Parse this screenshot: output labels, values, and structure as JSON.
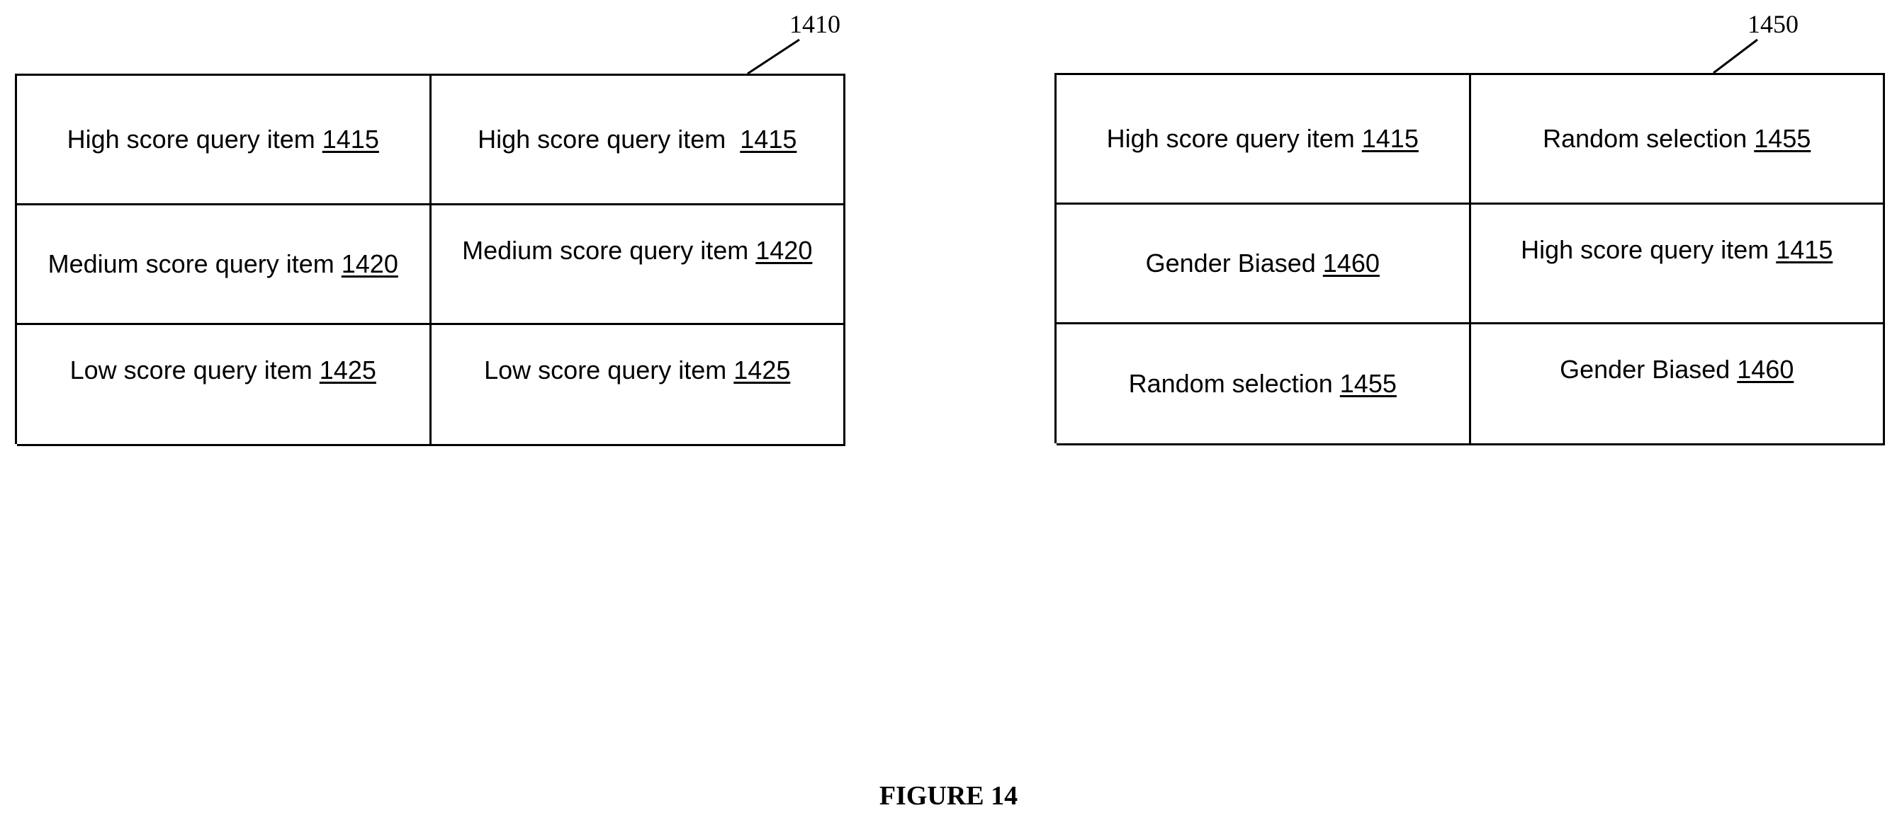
{
  "figure": {
    "caption": "FIGURE 14"
  },
  "left_table": {
    "ref": "1410",
    "cells": [
      {
        "text": "High score query item ",
        "num": "1415"
      },
      {
        "text": "High score query item  ",
        "num": "1415"
      },
      {
        "text": "Medium score query item ",
        "num": "1420"
      },
      {
        "text": "Medium score query item ",
        "num": "1420"
      },
      {
        "text": "Low score query item ",
        "num": "1425"
      },
      {
        "text": "Low score query item ",
        "num": "1425"
      }
    ]
  },
  "right_table": {
    "ref": "1450",
    "cells": [
      {
        "text": "High score query item ",
        "num": "1415"
      },
      {
        "text": "Random selection ",
        "num": "1455"
      },
      {
        "text": "Gender Biased ",
        "num": "1460"
      },
      {
        "text": "High score query item ",
        "num": "1415"
      },
      {
        "text": "Random selection ",
        "num": "1455"
      },
      {
        "text": "Gender Biased ",
        "num": "1460"
      }
    ]
  }
}
